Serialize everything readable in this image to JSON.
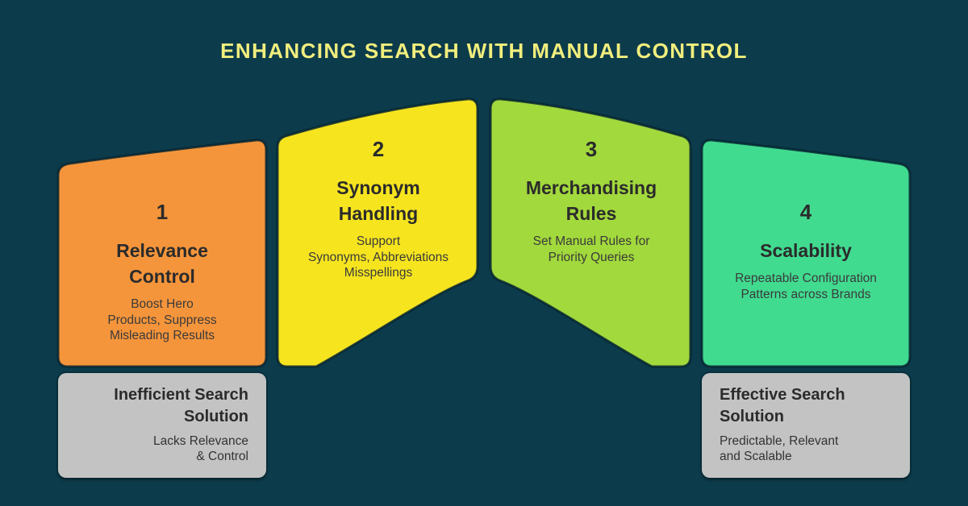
{
  "title": "ENHANCING SEARCH WITH MANUAL CONTROL",
  "colors": {
    "background": "#0C3B4B",
    "title_color": "#F1EE7D",
    "callout_bg": "#C3C3C3",
    "text_dark": "#2B2B2B",
    "text_soft": "#3A3A3A"
  },
  "steps": [
    {
      "number": "1",
      "title": "Relevance\nControl",
      "description": "Boost Hero\nProducts, Suppress\nMisleading Results",
      "color": "#F5953B"
    },
    {
      "number": "2",
      "title": "Synonym\nHandling",
      "description": "Support\nSynonyms, Abbreviations\nMisspellings",
      "color": "#F6E41F"
    },
    {
      "number": "3",
      "title": "Merchandising\nRules",
      "description": "Set Manual Rules for\nPriority Queries",
      "color": "#A2D93C"
    },
    {
      "number": "4",
      "title": "Scalability",
      "description": "Repeatable Configuration\nPatterns across Brands",
      "color": "#41DB90"
    }
  ],
  "callouts": [
    {
      "title": "Inefficient Search\nSolution",
      "description": "Lacks Relevance\n& Control"
    },
    {
      "title": "Effective Search\nSolution",
      "description": "Predictable, Relevant\nand Scalable"
    }
  ]
}
